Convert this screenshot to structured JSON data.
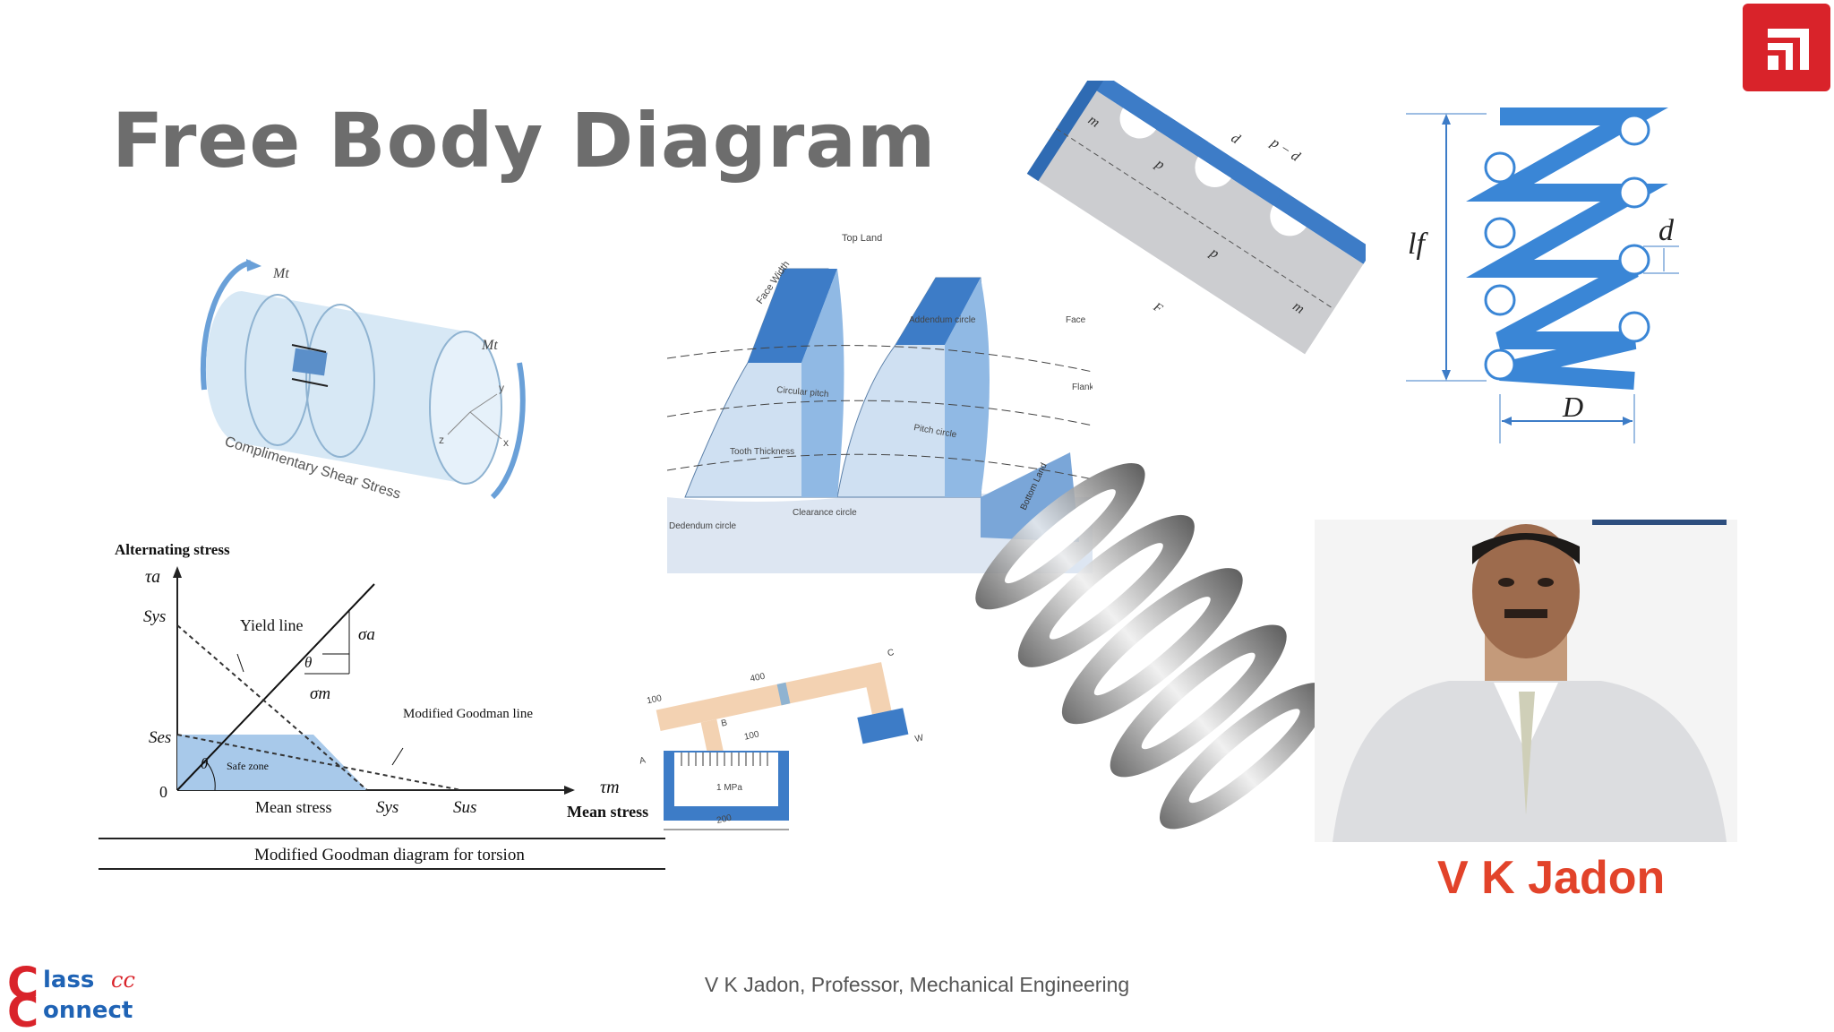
{
  "slide": {
    "title": "Free Body Diagram",
    "footer": "V K Jadon, Professor, Mechanical Engineering",
    "presenter_name": "V K Jadon"
  },
  "shaft": {
    "label_left": "Mt",
    "label_right": "Mt",
    "caption": "Complimentary Shear Stress",
    "axes": [
      "y",
      "z",
      "x"
    ]
  },
  "gear": {
    "labels": [
      "Top Land",
      "Face Width",
      "Addendum circle",
      "Face",
      "Flank",
      "Circular pitch",
      "Pitch circle",
      "Tooth Thickness",
      "Clearance circle",
      "Dedendum circle",
      "Bottom Land"
    ]
  },
  "thread": {
    "labels": [
      "m",
      "p",
      "d",
      "p − d",
      "p",
      "m",
      "F"
    ]
  },
  "spring": {
    "label_length": "lf",
    "label_wire": "d",
    "label_diameter": "D"
  },
  "goodman": {
    "y_title": "Alternating stress",
    "y_symbol": "τa",
    "sys_label": "Sys",
    "ses_label": "Ses",
    "yield_line": "Yield line",
    "sigma_a": "σa",
    "theta": "θ",
    "sigma_m": "σm",
    "modified_line": "Modified Goodman line",
    "safe_zone": "Safe zone",
    "origin": "0",
    "x_label": "Mean stress",
    "x_sys": "Sys",
    "x_sus": "Sus",
    "x_symbol": "τm",
    "x_title": "Mean stress",
    "caption": "Modified Goodman diagram for torsion"
  },
  "lever": {
    "labels": [
      "400",
      "100",
      "C",
      "A",
      "B",
      "100",
      "W",
      "1 MPa",
      "200"
    ]
  },
  "logo": {
    "line1": "lass",
    "line2": "onnect",
    "mark": "cc"
  }
}
